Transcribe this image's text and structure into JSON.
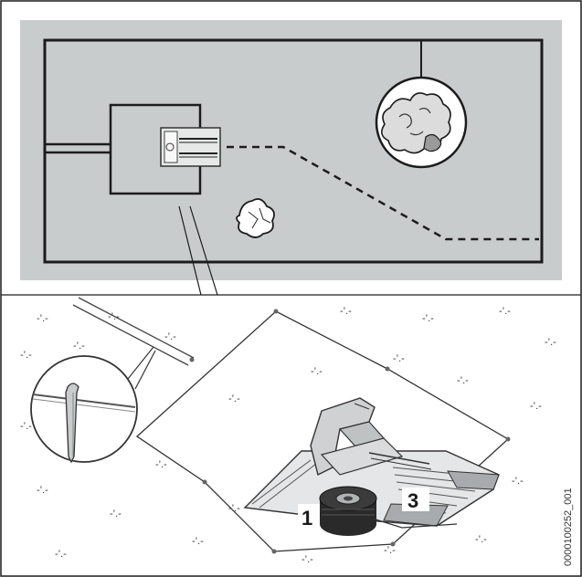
{
  "labels": {
    "wire_spool": "1",
    "docking_station": "3"
  },
  "image_code": "0000100252_001",
  "colors": {
    "lawn_fill": "#c8cbcc",
    "frame_fill": "#f4f5f5",
    "line": "#1c1c1c",
    "panel_grey": "#a9acae"
  }
}
